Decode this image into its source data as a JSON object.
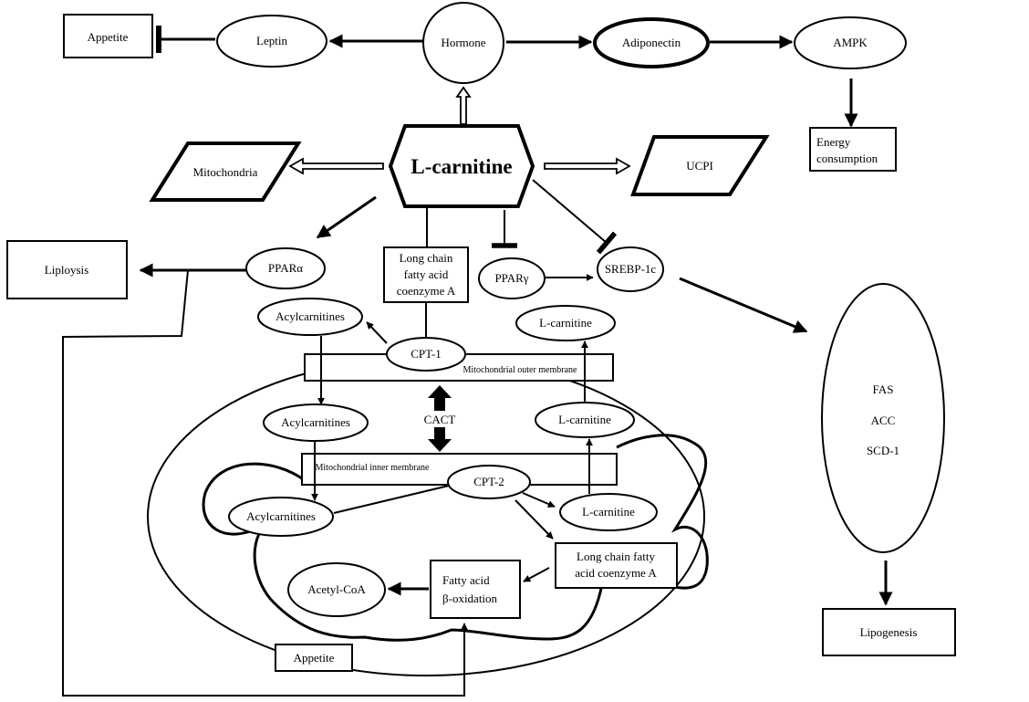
{
  "nodes": {
    "appetite_top": "Appetite",
    "leptin": "Leptin",
    "hormone": "Hormone",
    "adiponectin": "Adiponectin",
    "ampk": "AMPK",
    "energy_line1": "Energy",
    "energy_line2": "consumption",
    "mitochondria": "Mitochondria",
    "lcarnitine_center": "L-carnitine",
    "ucpi": "UCPI",
    "liploysis": "Liploysis",
    "ppar_alpha": "PPARα",
    "lcfa_line1": "Long chain",
    "lcfa_line2": "fatty acid",
    "lcfa_line3": "coenzyme A",
    "ppar_gamma": "PPARγ",
    "srebp": "SREBP-1c",
    "acyl_top": "Acylcarnitines",
    "lcarn_top": "L-carnitine",
    "cpt1": "CPT-1",
    "outer_membrane": "Mitochondrial outer membrane",
    "fas": "FAS",
    "acc": "ACC",
    "scd": "SCD-1",
    "acyl_mid": "Acylcarnitines",
    "cact": "CACT",
    "lcarn_mid": "L-carnitine",
    "inner_membrane": "Mitochondrial inner membrane",
    "cpt2": "CPT-2",
    "acyl_low": "Acylcarnitines",
    "lcarn_low": "L-carnitine",
    "lcfa2_line1": "Long chain fatty",
    "lcfa2_line2": "acid coenzyme A",
    "acetyl": "Acetyl-CoA",
    "beta_line1": "Fatty acid",
    "beta_line2": "β-oxidation",
    "lipogenesis": "Lipogenesis",
    "appetite_bottom": "Appetite"
  }
}
